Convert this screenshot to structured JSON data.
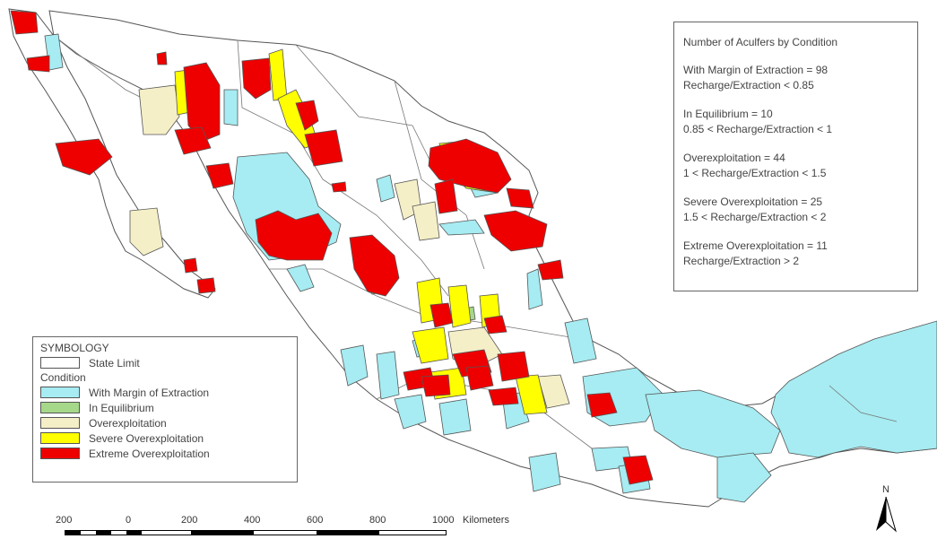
{
  "info": {
    "title": "Number of Aculfers by Condition",
    "groups": [
      {
        "line1": "With Margin of Extraction  = 98",
        "line2": "Recharge/Extraction < 0.85"
      },
      {
        "line1": "In Equilibrium = 10",
        "line2": "0.85 < Recharge/Extraction < 1"
      },
      {
        "line1": "Overexploitation  = 44",
        "line2": "1 < Recharge/Extraction < 1.5"
      },
      {
        "line1": "Severe Overexploitation  = 25",
        "line2": "1.5 < Recharge/Extraction < 2"
      },
      {
        "line1": "Extreme Overexploitation = 11",
        "line2": "Recharge/Extraction > 2"
      }
    ]
  },
  "legend": {
    "title": "SYMBOLOGY",
    "state_limit": "State Limit",
    "condition_label": "Condition",
    "items": [
      {
        "label": "With Margin of Extraction",
        "color": "#a6ecf2"
      },
      {
        "label": "In Equilibrium",
        "color": "#a6d88a"
      },
      {
        "label": "Overexploitation",
        "color": "#f5efc8"
      },
      {
        "label": "Severe Overexploitation",
        "color": "#ffff00"
      },
      {
        "label": "Extreme Overexploitation",
        "color": "#ee0000"
      }
    ]
  },
  "scale": {
    "labels": [
      "200",
      "0",
      "200",
      "400",
      "600",
      "800",
      "1000",
      "Kilometers"
    ]
  },
  "north": "N",
  "colors": {
    "land": "#ffffff",
    "border": "#555555",
    "margin": "#a6ecf2",
    "equilibrium": "#a6d88a",
    "over": "#f5efc8",
    "severe": "#ffff00",
    "extreme": "#ee0000"
  }
}
